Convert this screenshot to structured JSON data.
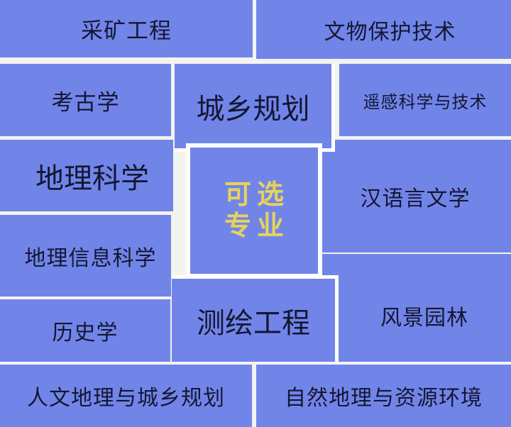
{
  "diagram": {
    "center_box": {
      "line1": "可选",
      "line2": "专业"
    },
    "majors": [
      {
        "label": "采矿工程"
      },
      {
        "label": "文物保护技术"
      },
      {
        "label": "考古学"
      },
      {
        "label": "城乡规划"
      },
      {
        "label": "遥感科学与技术"
      },
      {
        "label": "地理科学"
      },
      {
        "label": "汉语言文学"
      },
      {
        "label": "地理信息科学"
      },
      {
        "label": "测绘工程"
      },
      {
        "label": "风景园林"
      },
      {
        "label": "历史学"
      },
      {
        "label": "人文地理与城乡规划"
      },
      {
        "label": "自然地理与资源环境"
      }
    ],
    "colors": {
      "box_fill": "#7185e9",
      "text_dark": "#141732",
      "center_text_yellow": "#e8d15c",
      "background": "#f3f4f0",
      "divider_white": "#fdfdfb"
    }
  }
}
